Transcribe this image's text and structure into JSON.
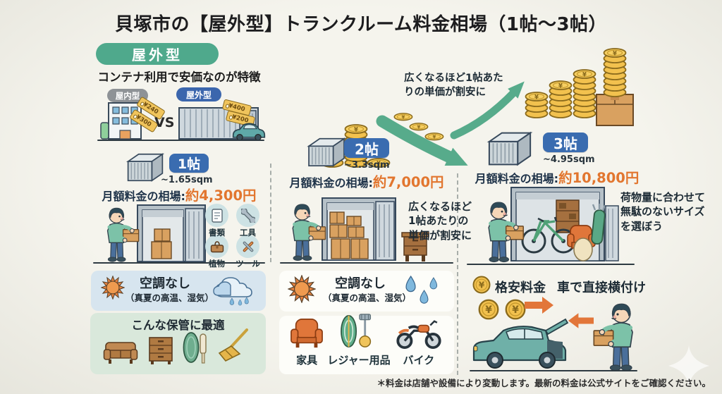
{
  "title": "貝塚市の【屋外型】トランクルーム料金相場（1帖〜3帖）",
  "footer": "＊料金は店舗や設備により変動します。最新の料金は公式サイトをご確認ください。",
  "symbols": {
    "yen": "¥"
  },
  "colors": {
    "accent_green": "#4fa98c",
    "badge_blue": "#3a6cb0",
    "price_orange": "#e2762f",
    "arrow_green": "#57ab8b",
    "arrow_orange": "#e2763a"
  },
  "left": {
    "type_badge": "屋外型",
    "feature": "コンテナ利用で安価なのが特徴",
    "compare": {
      "indoor_label": "屋内型",
      "outdoor_label": "屋外型",
      "vs": "VS",
      "indoor_tag1": "¥240",
      "indoor_tag2": "¥300",
      "outdoor_tag1": "¥400",
      "outdoor_tag2": "¥200"
    },
    "size_badge": "1帖",
    "size_area": "~1.65sqm",
    "price_label": "月額料金の相場:",
    "price_value": "約4,300円",
    "storage_items": [
      {
        "label": "書類"
      },
      {
        "label": "工具"
      },
      {
        "label": "植物"
      },
      {
        "label": "ツール"
      }
    ],
    "aircon": {
      "title": "空調なし",
      "subtitle": "（真夏の高温、湿気）"
    },
    "best_storage_title": "こんな保管に最適"
  },
  "middle": {
    "size_badge": "2帖",
    "size_area": "~3.3sqm",
    "price_label": "月額料金の相場:",
    "price_value": "約7,000円",
    "note_lines": [
      "広くなるほど",
      "1帖あたりの",
      "単価が割安に"
    ],
    "aircon": {
      "title": "空調なし",
      "subtitle": "（真夏の高温、湿気）"
    },
    "items": [
      {
        "label": "家具"
      },
      {
        "label": "レジャー用品"
      },
      {
        "label": "バイク"
      }
    ]
  },
  "right": {
    "top_note_lines": [
      "広くなるほど1帖あた",
      "りの単価が割安に"
    ],
    "size_badge": "3帖",
    "size_area": "~4.95sqm",
    "price_label": "月額料金の相場:",
    "price_value": "約10,800円",
    "note_lines": [
      "荷物量に合わせて",
      "無駄のないサイズ",
      "を選ぼう"
    ],
    "cheap_label": "格安料金",
    "car_label": "車で直接横付け"
  }
}
